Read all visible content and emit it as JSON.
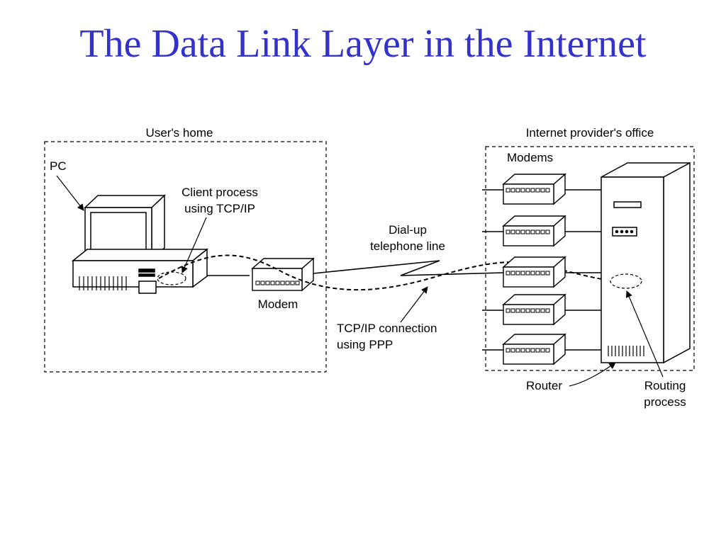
{
  "slide": {
    "title": "The Data Link Layer in the Internet"
  },
  "diagram": {
    "users_home_label": "User's home",
    "isp_label": "Internet provider's office",
    "pc_label": "PC",
    "client_label_line1": "Client process",
    "client_label_line2": "using TCP/IP",
    "modem_label": "Modem",
    "dialup_line1": "Dial-up",
    "dialup_line2": "telephone line",
    "tcpip_line1": "TCP/IP connection",
    "tcpip_line2": "using PPP",
    "modems_label": "Modems",
    "router_label": "Router",
    "routing_line1": "Routing",
    "routing_line2": "process"
  }
}
